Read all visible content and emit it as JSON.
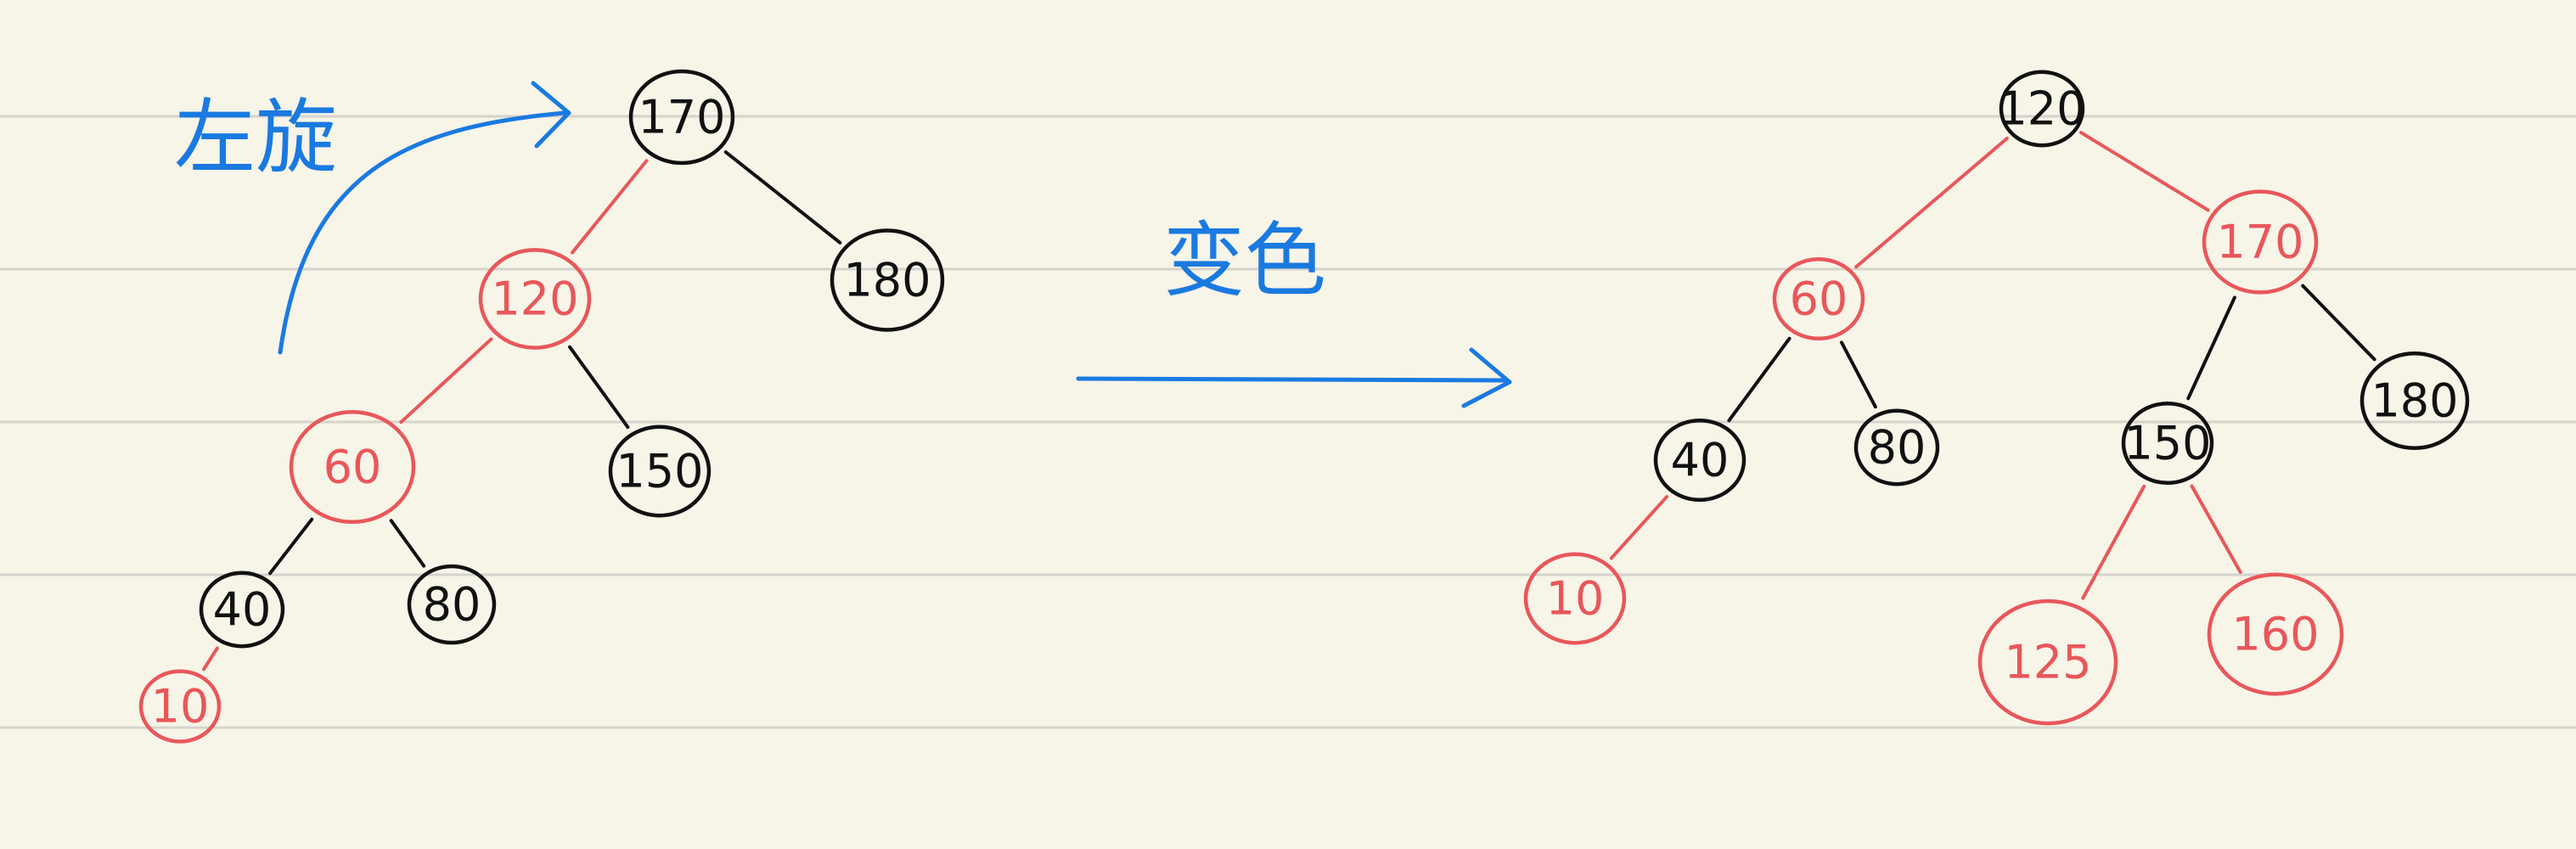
{
  "colors": {
    "paper": "#f7f4e8",
    "rule_line": "#d5d3cc",
    "black": "#111111",
    "red": "#e8575a",
    "blue": "#1a7ae0"
  },
  "labels": {
    "rotate_left": "左旋",
    "recolor": "变色"
  },
  "before": {
    "nodes": [
      {
        "id": "b170",
        "label": "170",
        "color": "black"
      },
      {
        "id": "b180",
        "label": "180",
        "color": "black"
      },
      {
        "id": "b120",
        "label": "120",
        "color": "red"
      },
      {
        "id": "b150",
        "label": "150",
        "color": "black"
      },
      {
        "id": "b60",
        "label": "60",
        "color": "red"
      },
      {
        "id": "b40",
        "label": "40",
        "color": "black"
      },
      {
        "id": "b80",
        "label": "80",
        "color": "black"
      },
      {
        "id": "b10",
        "label": "10",
        "color": "red"
      }
    ],
    "edges": [
      {
        "from": "b170",
        "to": "b120",
        "color": "red"
      },
      {
        "from": "b170",
        "to": "b180",
        "color": "black"
      },
      {
        "from": "b120",
        "to": "b60",
        "color": "red"
      },
      {
        "from": "b120",
        "to": "b150",
        "color": "black"
      },
      {
        "from": "b60",
        "to": "b40",
        "color": "black"
      },
      {
        "from": "b60",
        "to": "b80",
        "color": "black"
      },
      {
        "from": "b40",
        "to": "b10",
        "color": "red"
      }
    ]
  },
  "after": {
    "nodes": [
      {
        "id": "a120",
        "label": "120",
        "color": "black"
      },
      {
        "id": "a60",
        "label": "60",
        "color": "red"
      },
      {
        "id": "a170",
        "label": "170",
        "color": "red"
      },
      {
        "id": "a40",
        "label": "40",
        "color": "black"
      },
      {
        "id": "a80",
        "label": "80",
        "color": "black"
      },
      {
        "id": "a150",
        "label": "150",
        "color": "black"
      },
      {
        "id": "a180",
        "label": "180",
        "color": "black"
      },
      {
        "id": "a10",
        "label": "10",
        "color": "red"
      },
      {
        "id": "a125",
        "label": "125",
        "color": "red"
      },
      {
        "id": "a160",
        "label": "160",
        "color": "red"
      }
    ],
    "edges": [
      {
        "from": "a120",
        "to": "a60",
        "color": "red"
      },
      {
        "from": "a120",
        "to": "a170",
        "color": "red"
      },
      {
        "from": "a60",
        "to": "a40",
        "color": "black"
      },
      {
        "from": "a60",
        "to": "a80",
        "color": "black"
      },
      {
        "from": "a170",
        "to": "a150",
        "color": "black"
      },
      {
        "from": "a170",
        "to": "a180",
        "color": "black"
      },
      {
        "from": "a40",
        "to": "a10",
        "color": "red"
      },
      {
        "from": "a150",
        "to": "a125",
        "color": "red"
      },
      {
        "from": "a150",
        "to": "a160",
        "color": "red"
      }
    ]
  }
}
